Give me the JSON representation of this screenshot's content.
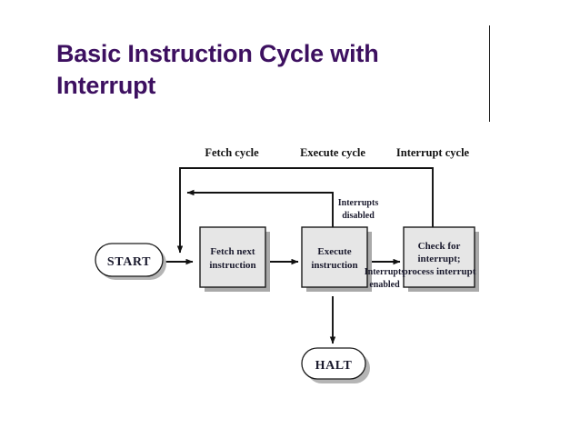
{
  "slide": {
    "title": "Basic Instruction Cycle with Interrupt",
    "title_color": "#3d1060",
    "background": "#ffffff"
  },
  "decoration": {
    "name": "dot-grid-motif",
    "rule_color": "#1c1c1c",
    "palette": {
      "purple": "#2e1a5e",
      "teal": "#6aa8a8",
      "yellow": "#d6cc28",
      "lavender": "#d8d8e8"
    },
    "grid": [
      [
        "purple",
        "purple",
        "purple",
        "empty",
        "empty"
      ],
      [
        "purple",
        "purple",
        "purple",
        "teal",
        "empty"
      ],
      [
        "purple",
        "purple",
        "teal",
        "teal",
        "yellow"
      ],
      [
        "purple",
        "teal",
        "teal",
        "yellow",
        "empty"
      ],
      [
        "teal",
        "teal",
        "yellow",
        "yellow",
        "lavender"
      ],
      [
        "teal",
        "yellow",
        "yellow",
        "lavender",
        "empty"
      ],
      [
        "yellow",
        "yellow",
        "lavender",
        "lavender",
        "empty"
      ],
      [
        "empty",
        "lavender",
        "empty",
        "lavender",
        "empty"
      ]
    ]
  },
  "diagram": {
    "name": "basic-instruction-cycle-with-interrupt-flowchart",
    "cycle_labels": [
      {
        "id": "fetch-cycle",
        "text": "Fetch cycle"
      },
      {
        "id": "execute-cycle",
        "text": "Execute cycle"
      },
      {
        "id": "interrupt-cycle",
        "text": "Interrupt cycle"
      }
    ],
    "terminals": [
      {
        "id": "start",
        "text": "START"
      },
      {
        "id": "halt",
        "text": "HALT"
      }
    ],
    "processes": [
      {
        "id": "fetch-next-instruction",
        "line1": "Fetch next",
        "line2": "instruction"
      },
      {
        "id": "execute-instruction",
        "line1": "Execute",
        "line2": "instruction"
      },
      {
        "id": "check-for-interrupt",
        "line1": "Check for",
        "line2": "interrupt;",
        "line3": "process interrupt"
      }
    ],
    "edge_labels": [
      {
        "id": "interrupts-disabled",
        "line1": "Interrupts",
        "line2": "disabled"
      },
      {
        "id": "interrupts-enabled",
        "line1": "Interrupts",
        "line2": "enabled"
      }
    ]
  }
}
